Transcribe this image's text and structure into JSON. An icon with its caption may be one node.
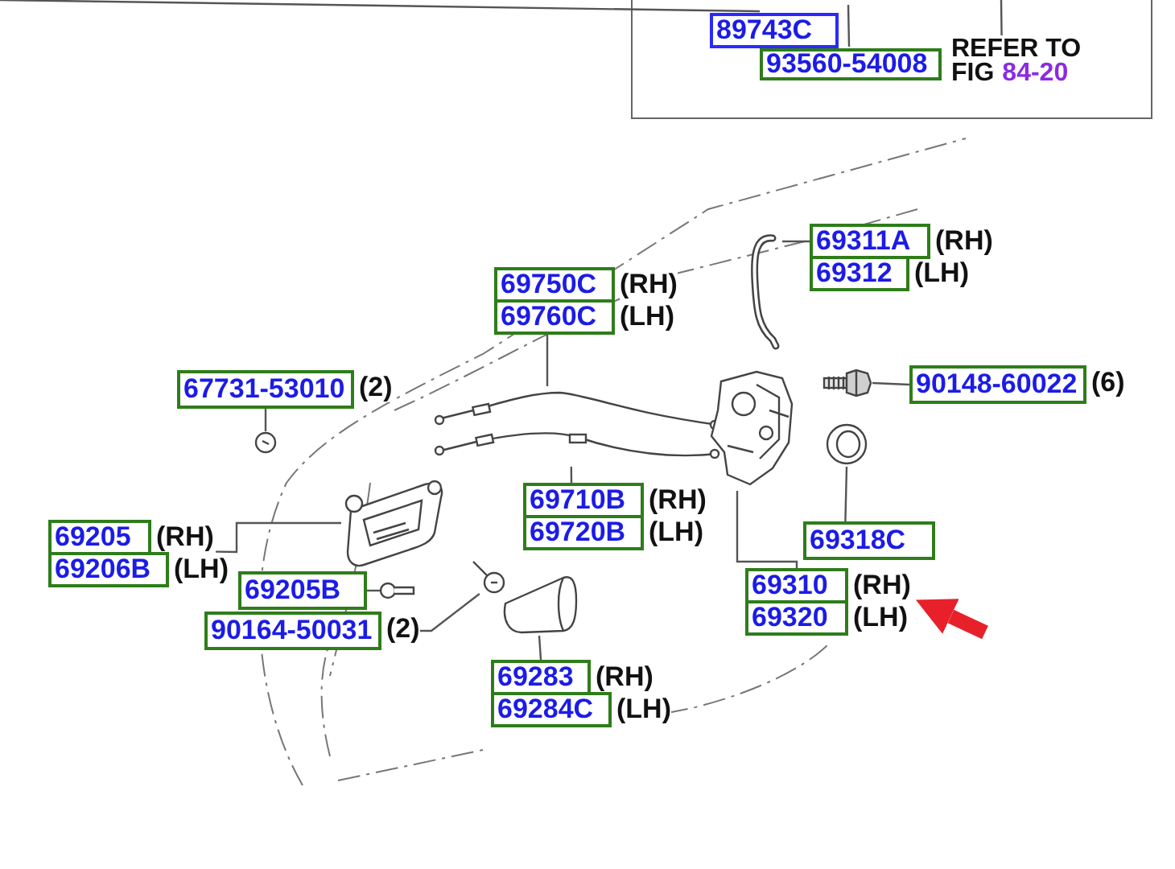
{
  "diagram": {
    "nodes": [
      {
        "text": [],
        "shape": "box"
      },
      {
        "text": [
          "89743C"
        ],
        "in": 0
      },
      {
        "text": [
          "93560-54008"
        ],
        "in": 0
      },
      {
        "text": [
          "REFER TO FIG",
          "84-20"
        ],
        "in": 0
      },
      {
        "text": [
          "69311A"
        ],
        "beside": [
          "(RH)"
        ]
      },
      {
        "text": [
          "69312"
        ],
        "beside": [
          "(LH)"
        ]
      },
      {
        "text": [
          "69750C"
        ],
        "beside": [
          "(RH)"
        ]
      },
      {
        "text": [
          "69760C"
        ],
        "beside": [
          "(LH)"
        ]
      },
      {
        "text": [
          "90148-60022"
        ],
        "beside": [
          "(6)"
        ]
      },
      {
        "text": [
          "67731-53010"
        ],
        "beside": [
          "(2)"
        ]
      },
      {
        "text": [
          "69710B"
        ],
        "beside": [
          "(RH)"
        ]
      },
      {
        "text": [
          "69720B"
        ],
        "beside": [
          "(LH)"
        ]
      },
      {
        "text": [
          "69318C"
        ]
      },
      {
        "text": [
          "69205"
        ],
        "beside": [
          "(RH)"
        ]
      },
      {
        "text": [
          "69206B"
        ],
        "beside": [
          "(LH)"
        ]
      },
      {
        "text": [
          "69205B"
        ]
      },
      {
        "text": [
          "69310"
        ],
        "beside": [
          "(RH)"
        ]
      },
      {
        "text": [
          "69320"
        ],
        "beside": [
          "(LH)"
        ]
      },
      {
        "text": [
          "90164-50031"
        ],
        "beside": [
          "(2)"
        ]
      },
      {
        "text": [
          "69283"
        ],
        "beside": [
          "(RH)"
        ]
      },
      {
        "text": [
          "69284C"
        ],
        "beside": [
          "(LH)"
        ]
      },
      {
        "text": [],
        "shape": "picture"
      },
      {
        "text": [],
        "shape": "picture"
      },
      {
        "text": [],
        "shape": "picture"
      },
      {
        "text": [],
        "shape": "picture"
      },
      {
        "text": [],
        "shape": "picture"
      },
      {
        "text": [],
        "shape": "picture"
      },
      {
        "text": [],
        "shape": "picture"
      },
      {
        "text": [],
        "shape": "picture"
      },
      {
        "text": [],
        "shape": "picture"
      },
      {
        "text": [],
        "shape": "picture"
      },
      {
        "text": [],
        "shape": "picture"
      }
    ],
    "edges": [
      {
        "from": 1,
        "to": null,
        "arrow": "none"
      },
      {
        "from": 2,
        "to": null,
        "arrow": "none"
      },
      {
        "from": 3,
        "to": null,
        "arrow": "none"
      },
      {
        "from": 4,
        "to": 21,
        "arrow": "none"
      },
      {
        "from": 7,
        "to": 22,
        "arrow": "none"
      },
      {
        "from": 8,
        "to": 30,
        "arrow": "none"
      },
      {
        "from": 9,
        "to": 24,
        "arrow": "none"
      },
      {
        "from": 10,
        "to": 23,
        "arrow": "none"
      },
      {
        "from": 12,
        "to": 31,
        "arrow": "none"
      },
      {
        "from": 13,
        "to": 25,
        "arrow": "none"
      },
      {
        "from": 15,
        "to": 26,
        "arrow": "none"
      },
      {
        "from": 16,
        "to": 29,
        "arrow": "none"
      },
      {
        "from": 18,
        "to": 27,
        "arrow": "none"
      },
      {
        "from": 19,
        "to": 28,
        "arrow": "none"
      },
      {
        "from": null,
        "to": 16,
        "arrow": "to",
        "style": "thick",
        "color": "#e8202a"
      }
    ]
  }
}
